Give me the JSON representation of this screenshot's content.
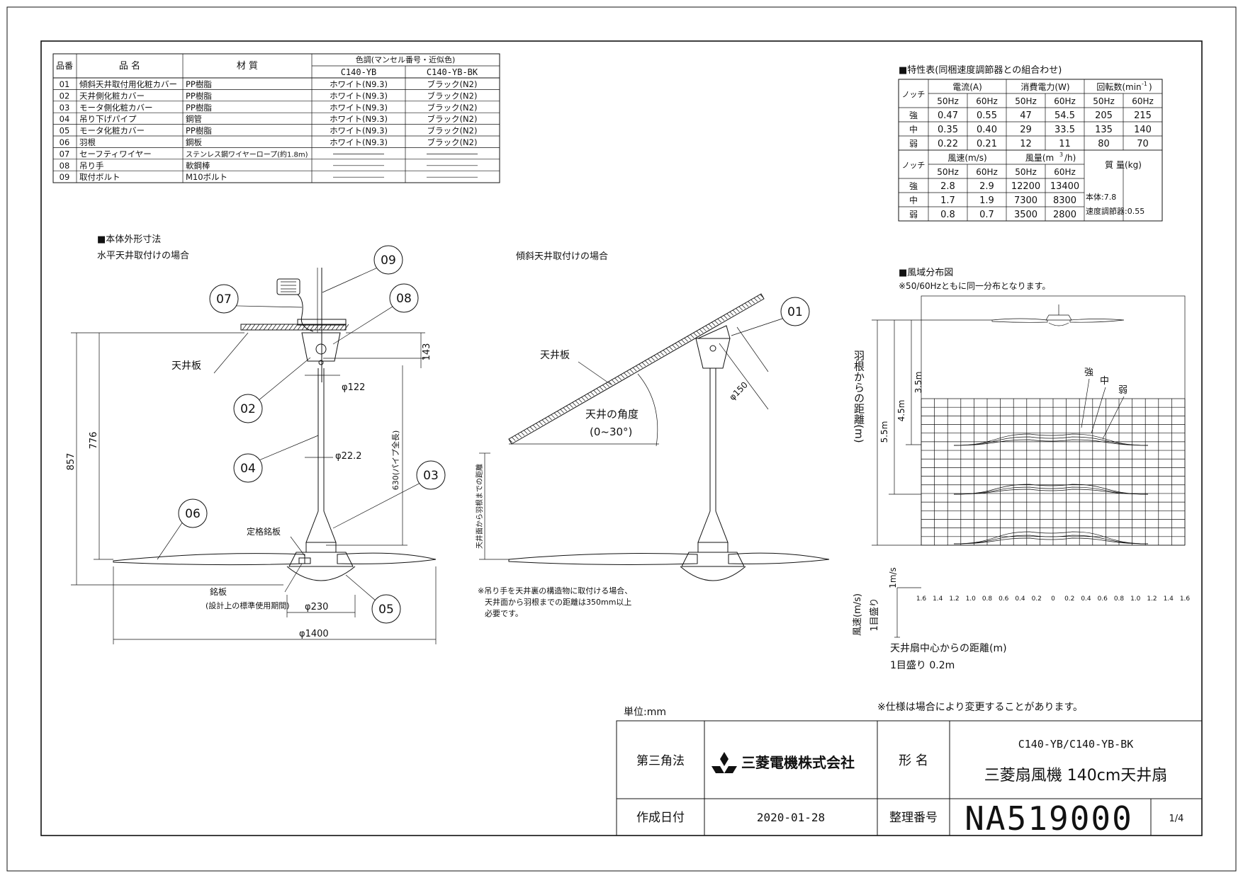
{
  "parts_table": {
    "headers": {
      "no": "品番",
      "name": "品 名",
      "material": "材 質",
      "color_group": "色調(マンセル番号・近似色)",
      "model_a": "C140-YB",
      "model_b": "C140-YB-BK"
    },
    "rows": [
      {
        "no": "01",
        "name": "傾斜天井取付用化粧カバー",
        "material": "PP樹脂",
        "a": "ホワイト(N9.3)",
        "b": "ブラック(N2)"
      },
      {
        "no": "02",
        "name": "天井側化粧カバー",
        "material": "PP樹脂",
        "a": "ホワイト(N9.3)",
        "b": "ブラック(N2)"
      },
      {
        "no": "03",
        "name": "モータ側化粧カバー",
        "material": "PP樹脂",
        "a": "ホワイト(N9.3)",
        "b": "ブラック(N2)"
      },
      {
        "no": "04",
        "name": "吊り下げパイプ",
        "material": "鋼管",
        "a": "ホワイト(N9.3)",
        "b": "ブラック(N2)"
      },
      {
        "no": "05",
        "name": "モータ化粧カバー",
        "material": "PP樹脂",
        "a": "ホワイト(N9.3)",
        "b": "ブラック(N2)"
      },
      {
        "no": "06",
        "name": "羽根",
        "material": "鋼板",
        "a": "ホワイト(N9.3)",
        "b": "ブラック(N2)"
      },
      {
        "no": "07",
        "name": "セーフティワイヤー",
        "material": "ステンレス鋼ワイヤーロープ(約1.8m)",
        "a": "",
        "b": ""
      },
      {
        "no": "08",
        "name": "吊り手",
        "material": "軟鋼棒",
        "a": "",
        "b": ""
      },
      {
        "no": "09",
        "name": "取付ボルト",
        "material": "M10ボルト",
        "a": "",
        "b": ""
      }
    ]
  },
  "characteristics": {
    "title": "■特性表(同梱速度調節器との組合わせ)",
    "notch": "ノッチ",
    "current": "電流(A)",
    "power": "消費電力(W)",
    "rpm_label": "回転数(min",
    "rpm_sup": "-1",
    "rpm_close": ")",
    "hz50": "50Hz",
    "hz60": "60Hz",
    "rows1": [
      {
        "n": "強",
        "c50": "0.47",
        "c60": "0.55",
        "p50": "47",
        "p60": "54.5",
        "r50": "205",
        "r60": "215"
      },
      {
        "n": "中",
        "c50": "0.35",
        "c60": "0.40",
        "p50": "29",
        "p60": "33.5",
        "r50": "135",
        "r60": "140"
      },
      {
        "n": "弱",
        "c50": "0.22",
        "c60": "0.21",
        "p50": "12",
        "p60": "11",
        "r50": "80",
        "r60": "70"
      }
    ],
    "wind_speed": "風速(m/s)",
    "air_volume_label": "風量(m",
    "air_volume_sup": "3",
    "air_volume_close": "/h)",
    "mass": "質 量(kg)",
    "rows2": [
      {
        "n": "強",
        "s50": "2.8",
        "s60": "2.9",
        "v50": "12200",
        "v60": "13400"
      },
      {
        "n": "中",
        "s50": "1.7",
        "s60": "1.9",
        "v50": "7300",
        "v60": "8300"
      },
      {
        "n": "弱",
        "s50": "0.8",
        "s60": "0.7",
        "v50": "3500",
        "v60": "2800"
      }
    ],
    "mass_body": "本体:7.8",
    "mass_controller": "速度調節器:0.55"
  },
  "dimensions": {
    "title": "■本体外形寸法",
    "subtitle_flat": "水平天井取付けの場合",
    "subtitle_slope": "傾斜天井取付けの場合",
    "ceiling_label": "天井板",
    "ceiling_label2": "天井板",
    "angle_label": "天井の角度",
    "angle_range": "(0~30°)",
    "d143": "143",
    "d857": "857",
    "d776": "776",
    "d122": "φ122",
    "d222": "φ22.2",
    "d630": "630(パイプ全長)",
    "d230": "φ230",
    "d1400": "φ1400",
    "d150": "φ150",
    "rating_plate": "定格銘板",
    "nameplate": "銘板",
    "nameplate_sub": "(設計上の標準使用期間)",
    "vertical_note": "天井面から羽根までの距離",
    "note_lines": [
      "※吊り手を天井裏の構造物に取付ける場合、",
      "天井面から羽根までの距離は350mm以上",
      "必要です。"
    ],
    "callouts": [
      "01",
      "02",
      "03",
      "04",
      "05",
      "06",
      "07",
      "08",
      "09"
    ]
  },
  "wind_map": {
    "title": "■風域分布図",
    "note": "※50/60Hzともに同一分布となります。",
    "strong": "強",
    "medium": "中",
    "weak": "弱",
    "dist_labels": [
      "3.5m",
      "4.5m",
      "5.5m"
    ],
    "ylabel": "羽根からの距離(m)",
    "speed_scale_label": "風速(m/s)",
    "speed_scale_value": "1m/s",
    "speed_scale_sub": "1目盛り",
    "x_ticks": [
      "1.6",
      "1.4",
      "1.2",
      "1.0",
      "0.8",
      "0.6",
      "0.4",
      "0.2",
      "0",
      "0.2",
      "0.4",
      "0.6",
      "0.8",
      "1.0",
      "1.2",
      "1.4",
      "1.6"
    ],
    "xlabel": "天井扇中心からの距離(m)",
    "xsub": "1目盛り 0.2m"
  },
  "title_block": {
    "unit": "単位:mm",
    "spec_note": "※仕様は場合により変更することがあります。",
    "projection": "第三角法",
    "company": "三菱電機株式会社",
    "model_label": "形 名",
    "model_no": "C140-YB/C140-YB-BK",
    "product": "三菱扇風機 140cm天井扇",
    "date_label": "作成日付",
    "date": "2020-01-28",
    "ref_label": "整理番号",
    "ref": "NA519000",
    "page": "1/4"
  },
  "colors": {
    "ink": "#111111",
    "paper": "#ffffff"
  }
}
